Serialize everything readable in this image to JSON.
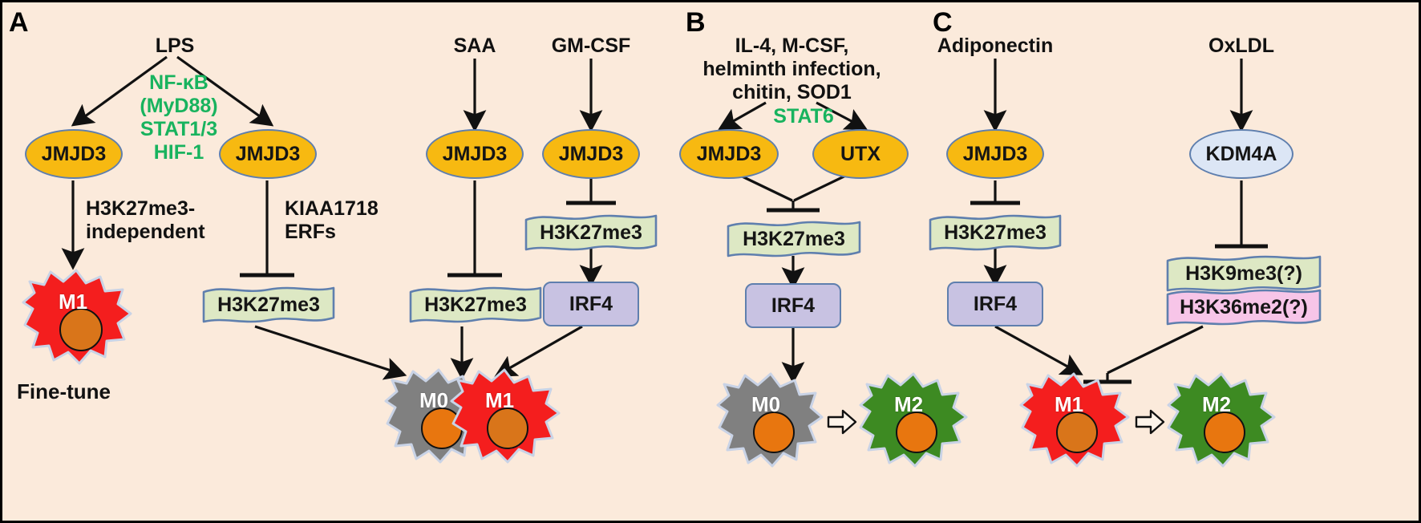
{
  "figure": {
    "background_color": "#fbeadb",
    "border_color": "#000000"
  },
  "palette": {
    "enzyme_yellow": "#f7b911",
    "enzyme_blue": "#dce6f5",
    "mark_green": "#dde8c4",
    "mark_pink": "#f7c5e8",
    "irf4_purple": "#c8c2e2",
    "shape_border": "#5f7fae",
    "m0_gray": "#808080",
    "m1_red": "#f41e1e",
    "m2_green": "#3d8a22",
    "nucleus_orange": "#d9751a",
    "text_green": "#18b35e",
    "text_black": "#111111"
  },
  "panels": [
    {
      "letter": "A"
    },
    {
      "letter": "B"
    },
    {
      "letter": "C"
    }
  ],
  "panel_a": {
    "letter": "A",
    "stimuli": [
      {
        "id": "lps",
        "label": "LPS"
      },
      {
        "id": "saa",
        "label": "SAA"
      },
      {
        "id": "gmcsf",
        "label": "GM-CSF"
      }
    ],
    "mediators": {
      "label": "NF-κB\n(MyD88)\nSTAT1/3\nHIF-1"
    },
    "enzymes": [
      {
        "id": "jmjd3-a1",
        "label": "JMJD3"
      },
      {
        "id": "jmjd3-a2",
        "label": "JMJD3"
      },
      {
        "id": "jmjd3-a3",
        "label": "JMJD3"
      },
      {
        "id": "jmjd3-a4",
        "label": "JMJD3"
      }
    ],
    "annotations": [
      {
        "id": "h3k27me3-independent",
        "label": "H3K27me3-\nindependent"
      },
      {
        "id": "kiaa1718-erfs",
        "label": "KIAA1718\nERFs"
      }
    ],
    "marks": [
      {
        "id": "mark-a1",
        "label": "H3K27me3",
        "color": "#dde8c4"
      },
      {
        "id": "mark-a2",
        "label": "H3K27me3",
        "color": "#dde8c4"
      },
      {
        "id": "mark-a3",
        "label": "H3K27me3",
        "color": "#dde8c4"
      }
    ],
    "factors": [
      {
        "id": "irf4-a",
        "label": "IRF4"
      }
    ],
    "cells": [
      {
        "id": "m1-finetune",
        "label": "M1",
        "type": "m1"
      },
      {
        "id": "m0-a",
        "label": "M0",
        "type": "m0"
      },
      {
        "id": "m1-a",
        "label": "M1",
        "type": "m1"
      }
    ],
    "fine_tune_label": "Fine-tune"
  },
  "panel_b": {
    "letter": "B",
    "stimuli": [
      {
        "id": "il4-group",
        "label": "IL-4, M-CSF,\nhelminth infection,\nchitin, SOD1"
      }
    ],
    "mediators": {
      "label": "STAT6"
    },
    "enzymes": [
      {
        "id": "jmjd3-b",
        "label": "JMJD3"
      },
      {
        "id": "utx-b",
        "label": "UTX"
      }
    ],
    "marks": [
      {
        "id": "mark-b1",
        "label": "H3K27me3",
        "color": "#dde8c4"
      }
    ],
    "factors": [
      {
        "id": "irf4-b",
        "label": "IRF4"
      }
    ],
    "cells": [
      {
        "id": "m0-b",
        "label": "M0",
        "type": "m0"
      },
      {
        "id": "m2-b",
        "label": "M2",
        "type": "m2"
      }
    ]
  },
  "panel_c": {
    "letter": "C",
    "stimuli": [
      {
        "id": "adiponectin",
        "label": "Adiponectin"
      },
      {
        "id": "oxldl",
        "label": "OxLDL"
      }
    ],
    "enzymes": [
      {
        "id": "jmjd3-c",
        "label": "JMJD3"
      },
      {
        "id": "kdm4a-c",
        "label": "KDM4A"
      }
    ],
    "marks": [
      {
        "id": "mark-c1",
        "label": "H3K27me3",
        "color": "#dde8c4"
      },
      {
        "id": "mark-c2",
        "label": "H3K9me3(?)",
        "color": "#dde8c4"
      },
      {
        "id": "mark-c3",
        "label": "H3K36me2(?)",
        "color": "#f7c5e8"
      }
    ],
    "factors": [
      {
        "id": "irf4-c",
        "label": "IRF4"
      }
    ],
    "cells": [
      {
        "id": "m1-c",
        "label": "M1",
        "type": "m1"
      },
      {
        "id": "m2-c",
        "label": "M2",
        "type": "m2"
      }
    ]
  }
}
